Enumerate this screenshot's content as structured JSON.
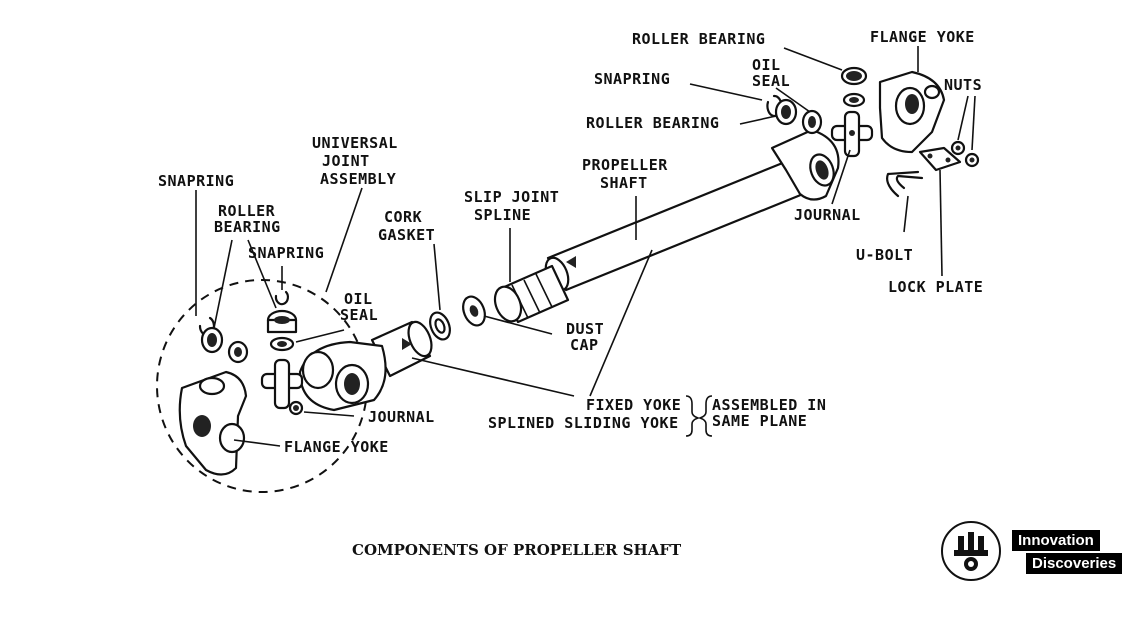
{
  "labels": {
    "roller_bearing_top": "ROLLER BEARING",
    "flange_yoke_top": "FLANGE YOKE",
    "snapring_top": "SNAPRING",
    "oil": "OIL",
    "seal": "SEAL",
    "nuts": "NUTS",
    "roller_bearing_mid": "ROLLER BEARING",
    "propeller": "PROPELLER",
    "shaft": "SHAFT",
    "journal_right": "JOURNAL",
    "universal": "UNIVERSAL",
    "joint": "JOINT",
    "assembly": "ASSEMBLY",
    "snapring_left": "SNAPRING",
    "roller_left": "ROLLER",
    "bearing_left": "BEARING",
    "snapring_mid": "SNAPRING",
    "cork": "CORK",
    "gasket": "GASKET",
    "slip_joint": "SLIP JOINT",
    "spline": "SPLINE",
    "u_bolt": "U-BOLT",
    "lock_plate": "LOCK PLATE",
    "oil_left": "OIL",
    "seal_left": "SEAL",
    "dust": "DUST",
    "cap": "CAP",
    "fixed_yoke": "FIXED YOKE",
    "splined_sliding_yoke": "SPLINED SLIDING YOKE",
    "assembled_in": "ASSEMBLED IN",
    "same_plane": "SAME PLANE",
    "journal_left": "JOURNAL",
    "flange_yoke_left": "FLANGE YOKE"
  },
  "caption": "COMPONENTS OF PROPELLER SHAFT",
  "brand": {
    "line1": "Innovation",
    "line2": "Discoveries"
  },
  "colors": {
    "ink": "#111111",
    "background": "#ffffff",
    "brand_bg": "#000000",
    "brand_text": "#ffffff"
  }
}
